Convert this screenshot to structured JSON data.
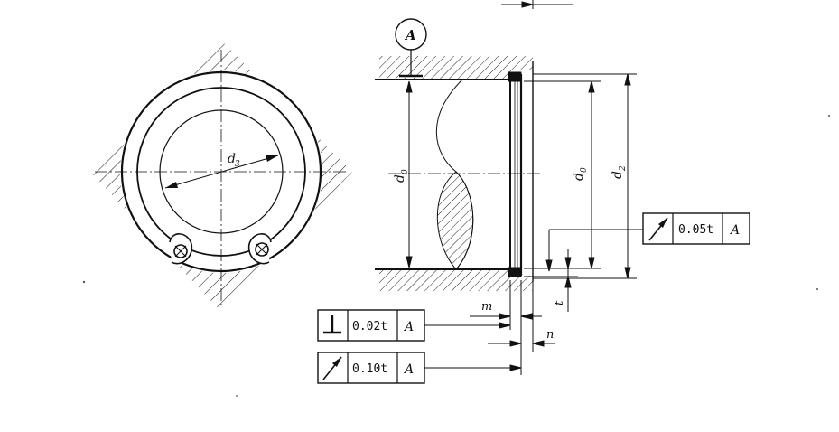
{
  "labels": {
    "d3": "d",
    "d3_sub": "3",
    "d0_left": "d",
    "d0_left_sub": "0",
    "d0_right": "d",
    "d0_right_sub": "0",
    "d2": "d",
    "d2_sub": "2",
    "m": "m",
    "n": "n",
    "t": "t"
  },
  "datum": {
    "letter": "A"
  },
  "tolerance_frames": [
    {
      "symbol": "runout-icon",
      "value": "0.05t",
      "datum": "A"
    },
    {
      "symbol": "perpendicularity-icon",
      "value": "0.02t",
      "datum": "A"
    },
    {
      "symbol": "runout-icon",
      "value": "0.10t",
      "datum": "A"
    }
  ]
}
